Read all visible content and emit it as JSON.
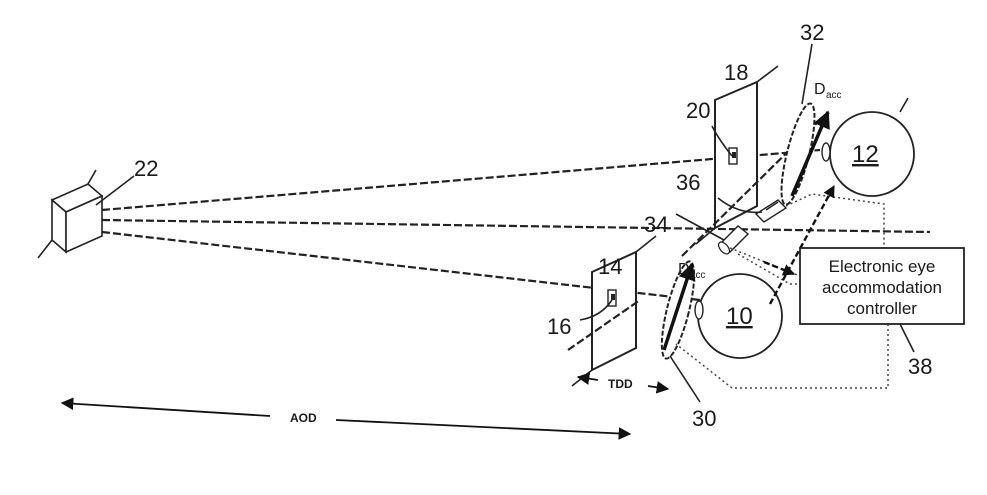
{
  "labels": {
    "n22": "22",
    "n18": "18",
    "n20": "20",
    "n32": "32",
    "n12": "12",
    "n36": "36",
    "n34": "34",
    "n14": "14",
    "n16": "16",
    "n10": "10",
    "n30": "30",
    "n38": "38",
    "tdd": "TDD",
    "aod": "AOD",
    "dacc_main": "D",
    "dacc_sub": "acc"
  },
  "controller": {
    "line1": "Electronic eye",
    "line2": "accommodation",
    "line3": "controller"
  }
}
